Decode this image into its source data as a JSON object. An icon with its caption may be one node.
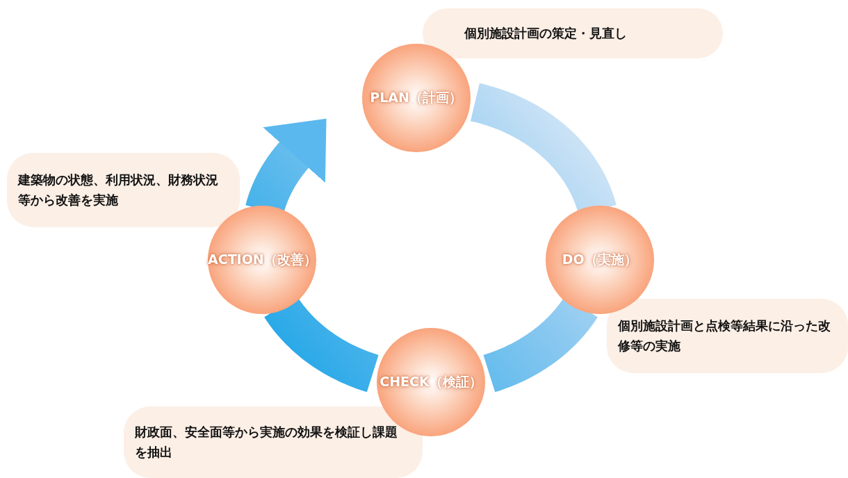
{
  "diagram": {
    "nodes": [
      {
        "text": [
          "個別施設計画の策定・見直し"
        ]
      },
      {
        "text": [
          "PLAN（計画）"
        ]
      },
      {
        "text": [
          "建築物の状態、利用状況、財務状況等から改善を実施"
        ]
      },
      {
        "text": [
          "ACTION（改善）"
        ]
      },
      {
        "text": [
          "DO（実施）"
        ]
      },
      {
        "text": [
          "個別施設計画と点検等結果に沿った改修等の実施"
        ]
      },
      {
        "text": [
          "CHECK（検証）"
        ]
      },
      {
        "text": [
          "財政面、安全面等から実施の効果を検証し課題を抽出"
        ]
      }
    ],
    "edges": [
      {
        "from": 1,
        "to": 4,
        "arrow": "none",
        "style": "thick"
      },
      {
        "from": 4,
        "to": 6,
        "arrow": "none",
        "style": "thick"
      },
      {
        "from": 6,
        "to": 3,
        "arrow": "none",
        "style": "thick"
      },
      {
        "from": 3,
        "to": 1,
        "arrow": "to",
        "style": "thick"
      }
    ]
  }
}
